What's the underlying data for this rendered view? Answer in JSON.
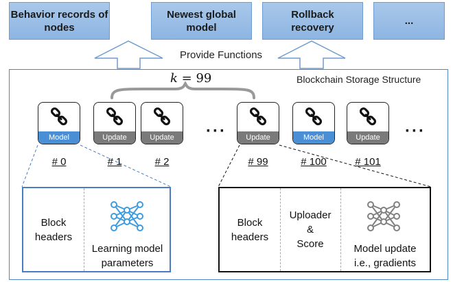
{
  "functions": [
    {
      "label_line1": "Behavior records of",
      "label_line2": "nodes"
    },
    {
      "label_line1": "Newest global",
      "label_line2": "model"
    },
    {
      "label_line1": "Rollback",
      "label_line2": "recovery"
    },
    {
      "label_line1": "...",
      "label_line2": ""
    }
  ],
  "provide_label": "Provide Functions",
  "storage_title": "Blockchain Storage Structure",
  "k_label": {
    "var": "k",
    "eq": " = ",
    "value": "99"
  },
  "blocks": [
    {
      "tag": "Model",
      "label": "# 0"
    },
    {
      "tag": "Update",
      "label": "# 1"
    },
    {
      "tag": "Update",
      "label": "# 2"
    },
    {
      "tag": "Update",
      "label": "# 99"
    },
    {
      "tag": "Model",
      "label": "# 100"
    },
    {
      "tag": "Update",
      "label": "# 101"
    }
  ],
  "ellipsis": "···",
  "icons": {
    "block": "chain-link-icon",
    "model": "neural-network-icon"
  },
  "colors": {
    "model_tag": "#4a8fd6",
    "update_tag": "#7a7a7a",
    "function_box": "#9ec0e8",
    "nn_blue": "#3d9be0",
    "nn_gray": "#808080"
  },
  "model_block_detail": {
    "col1": [
      "Block",
      "headers"
    ],
    "col2": [
      "Learning model",
      "parameters"
    ]
  },
  "update_block_detail": {
    "col1": [
      "Block",
      "headers"
    ],
    "col2": [
      "Uploader",
      "&",
      "Score"
    ],
    "col3": [
      "Model update",
      "i.e., gradients"
    ]
  }
}
